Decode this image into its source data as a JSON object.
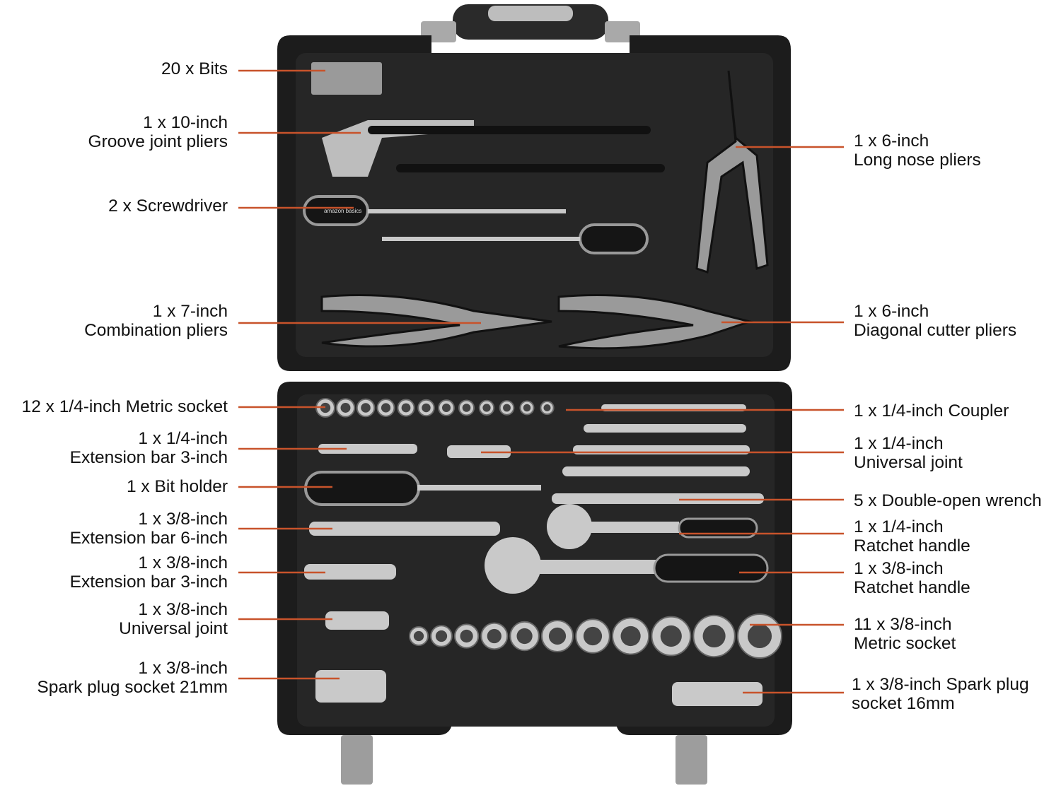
{
  "colors": {
    "leader": "#c8532b",
    "case": "#1c1c1c",
    "tray": "#262626",
    "steel": "#c9c9c9",
    "grip": "#9a9a9a"
  },
  "labels": {
    "bits": [
      "20 x Bits"
    ],
    "groove_pliers": [
      "1 x 10-inch",
      "Groove joint pliers"
    ],
    "screwdriver": [
      "2 x Screwdriver"
    ],
    "combination_pliers": [
      "1 x 7-inch",
      "Combination pliers"
    ],
    "metric_socket_quarter": [
      "12 x 1/4-inch Metric socket"
    ],
    "ext_bar_quarter": [
      "1 x 1/4-inch",
      "Extension bar 3-inch"
    ],
    "bit_holder": [
      "1 x Bit holder"
    ],
    "ext_bar_38_6": [
      "1 x 3/8-inch",
      "Extension bar 6-inch"
    ],
    "ext_bar_38_3": [
      "1 x 3/8-inch",
      "Extension bar 3-inch"
    ],
    "universal_joint_38": [
      "1 x 3/8-inch",
      "Universal joint"
    ],
    "spark_plug_21": [
      "1 x 3/8-inch",
      "Spark plug socket 21mm"
    ],
    "long_nose_pliers": [
      "1 x 6-inch",
      "Long nose pliers"
    ],
    "diagonal_cutter": [
      "1 x 6-inch",
      "Diagonal cutter pliers"
    ],
    "coupler": [
      "1 x 1/4-inch Coupler"
    ],
    "universal_joint_quarter": [
      "1 x 1/4-inch",
      "Universal joint"
    ],
    "double_open_wrench": [
      "5 x Double-open wrench"
    ],
    "ratchet_quarter": [
      "1 x 1/4-inch",
      "Ratchet handle"
    ],
    "ratchet_38": [
      "1 x 3/8-inch",
      "Ratchet handle"
    ],
    "metric_socket_38": [
      "11 x 3/8-inch",
      "Metric socket"
    ],
    "spark_plug_16": [
      "1 x 3/8-inch Spark plug",
      "socket 16mm"
    ]
  },
  "brand_marking": "amazon basics"
}
